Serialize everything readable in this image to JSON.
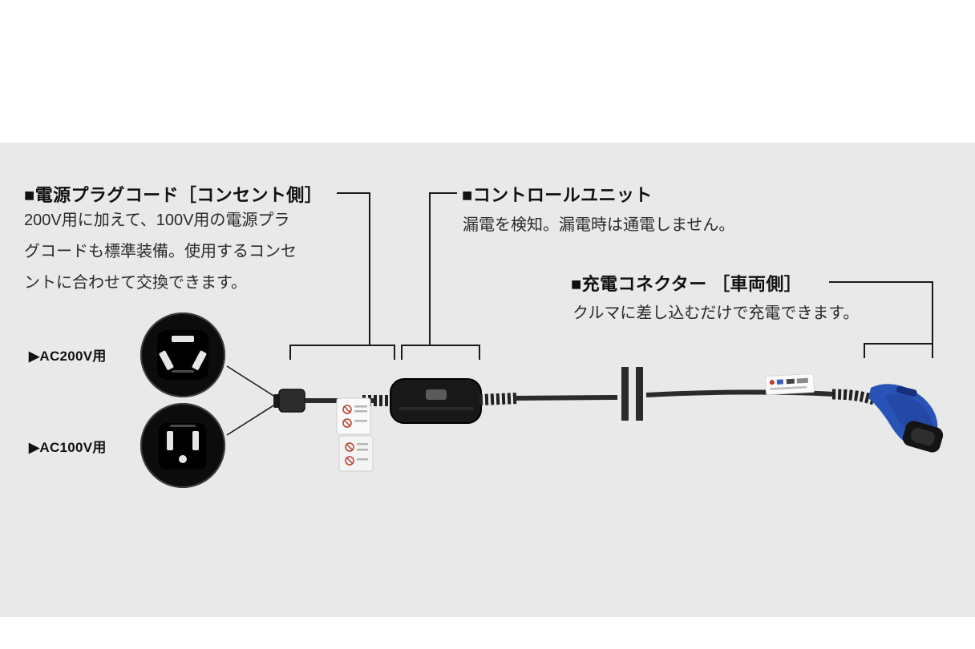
{
  "page": {
    "bg_main": "#e9e9e9",
    "bg_strip": "#ffffff"
  },
  "annotations": {
    "plug_cord": {
      "title": "■電源プラグコード［コンセント側］",
      "body": "200V用に加えて、100V用の電源プラグコードも標準装備。使用するコンセントに合わせて交換できます。"
    },
    "control_unit": {
      "title": "■コントロールユニット",
      "body": "漏電を検知。漏電時は通電しません。"
    },
    "charge_connector": {
      "title": "■充電コネクター ［車両側］",
      "body": "クルマに差し込むだけで充電できます。"
    }
  },
  "plug_labels": {
    "ac200v": "▶AC200V用",
    "ac100v": "▶AC100V用"
  },
  "diagram_colors": {
    "cable": "#2b2b2b",
    "control_unit": "#181818",
    "connector_blue": "#2a53b8",
    "line": "#1a1a1a",
    "tag": "#fafafa"
  }
}
